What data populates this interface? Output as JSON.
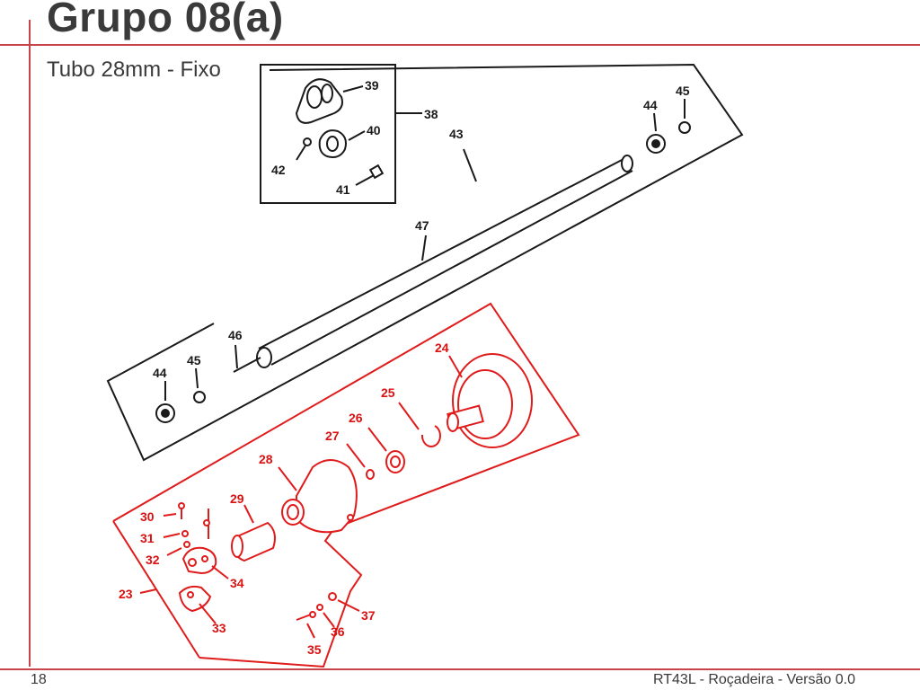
{
  "header": {
    "title": "Grupo 08(a)",
    "subtitle": "Tubo 28mm - Fixo"
  },
  "footer": {
    "page_number": "18",
    "document_name": "RT43L - Roçadeira  - Versão 0.0"
  },
  "colors": {
    "accent_rule": "#c8444a",
    "black_parts": "#1a1a1a",
    "red_parts": "#e01b1b"
  },
  "parts": {
    "p23": "23",
    "p24": "24",
    "p25": "25",
    "p26": "26",
    "p27": "27",
    "p28": "28",
    "p29": "29",
    "p30": "30",
    "p31": "31",
    "p32": "32",
    "p33": "33",
    "p34": "34",
    "p35": "35",
    "p36": "36",
    "p37": "37",
    "p38": "38",
    "p39": "39",
    "p40": "40",
    "p41": "41",
    "p42": "42",
    "p43": "43",
    "p44a": "44",
    "p44b": "44",
    "p45a": "45",
    "p45b": "45",
    "p46": "46",
    "p47": "47"
  }
}
